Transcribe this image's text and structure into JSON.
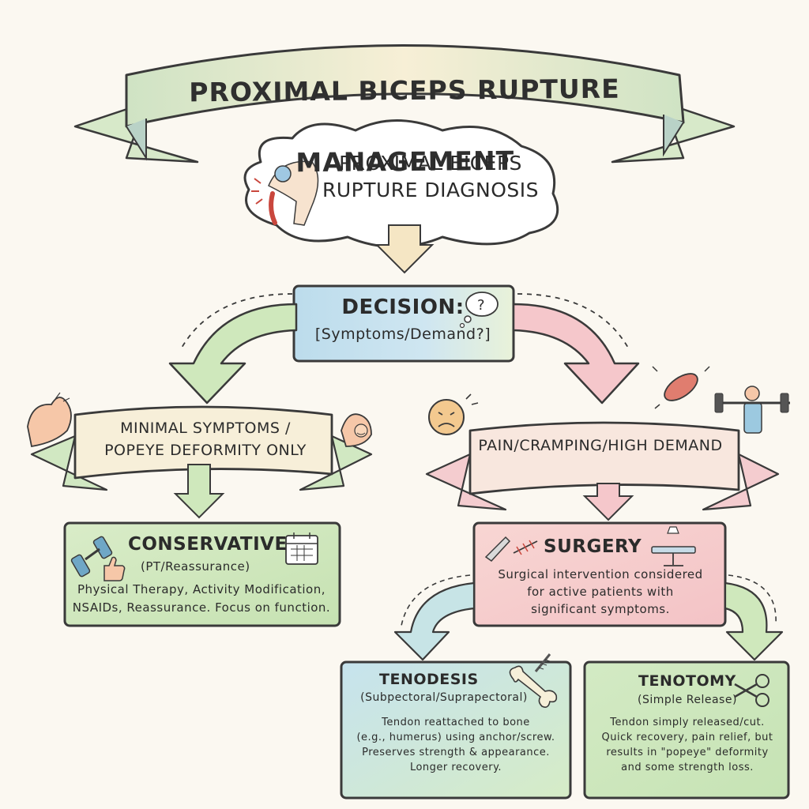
{
  "title": "PROXIMAL BICEPS RUPTURE MANAGEMENT",
  "diagnosis": {
    "line1": "PROXIMAL BICEPS",
    "line2": "RUPTURE DIAGNOSIS"
  },
  "decision": {
    "title": "DECISION:",
    "subtitle": "[Symptoms/Demand?]"
  },
  "left_branch": {
    "line1": "MINIMAL SYMPTOMS /",
    "line2": "POPEYE DEFORMITY ONLY"
  },
  "right_branch": {
    "label": "PAIN/CRAMPING/HIGH DEMAND"
  },
  "conservative": {
    "title": "CONSERVATIVE",
    "subtitle": "(PT/Reassurance)",
    "body_line1": "Physical Therapy, Activity Modification,",
    "body_line2": "NSAIDs, Reassurance. Focus on function."
  },
  "surgery": {
    "title": "SURGERY",
    "body_line1": "Surgical intervention considered",
    "body_line2": "for active patients with",
    "body_line3": "significant symptoms."
  },
  "tenodesis": {
    "title": "TENODESIS",
    "subtitle": "(Subpectoral/Suprapectoral)",
    "body_line1": "Tendon reattached to bone",
    "body_line2": "(e.g., humerus) using anchor/screw.",
    "body_line3": "Preserves strength & appearance.",
    "body_line4": "Longer recovery."
  },
  "tenotomy": {
    "title": "TENOTOMY",
    "subtitle": "(Simple Release)",
    "body_line1": "Tendon simply released/cut.",
    "body_line2": "Quick recovery, pain relief, but",
    "body_line3": "results in \"popeye\" deformity",
    "body_line4": "and some strength loss."
  },
  "colors": {
    "green": "#cfe6bf",
    "pink": "#f4c9cb",
    "blue": "#c9e2ee",
    "cream": "#f6efd9"
  }
}
